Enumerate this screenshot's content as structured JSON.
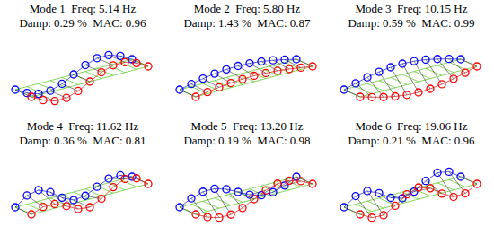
{
  "diagram": {
    "labels": [
      "Mode 1  Freq: 5.14 Hz",
      "Damp: 0.29 %  MAC: 0.96",
      "Mode 2  Freq: 5.80 Hz",
      "Damp: 1.43 %  MAC: 0.87",
      "Mode 3  Freq: 10.15 Hz",
      "Damp: 0.59 %  MAC: 0.99",
      "Mode 4  Freq: 11.62 Hz",
      "Damp: 0.36 %  MAC: 0.81",
      "Mode 5  Freq: 13.20 Hz",
      "Damp: 0.19 %  MAC: 0.98",
      "Mode 6  Freq: 19.06 Hz",
      "Damp: 0.21 %  MAC: 0.96"
    ]
  }
}
